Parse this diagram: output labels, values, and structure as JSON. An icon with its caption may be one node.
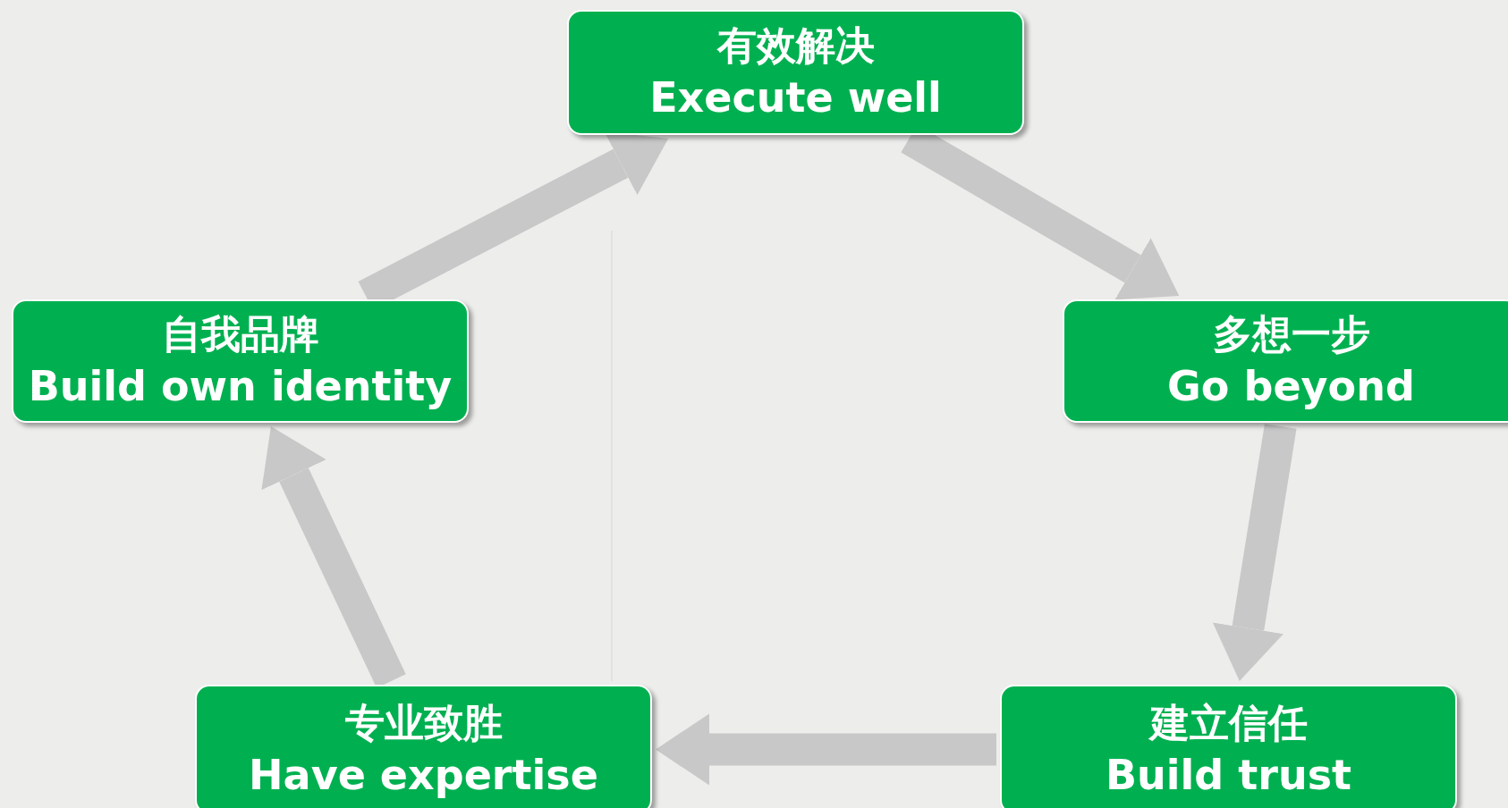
{
  "diagram": {
    "nodes": [
      {
        "text": [
          "有效解决",
          "Execute well"
        ]
      },
      {
        "text": [
          "多想一步",
          "Go beyond"
        ]
      },
      {
        "text": [
          "建立信任",
          "Build trust"
        ]
      },
      {
        "text": [
          "专业致胜",
          "Have expertise"
        ]
      },
      {
        "text": [
          "自我品牌",
          "Build own identity"
        ]
      }
    ],
    "edges": [
      {
        "from": 0,
        "to": 1,
        "arrow": "to"
      },
      {
        "from": 1,
        "to": 2,
        "arrow": "to"
      },
      {
        "from": 2,
        "to": 3,
        "arrow": "to"
      },
      {
        "from": 3,
        "to": 4,
        "arrow": "to"
      },
      {
        "from": 4,
        "to": 0,
        "arrow": "to"
      }
    ]
  }
}
